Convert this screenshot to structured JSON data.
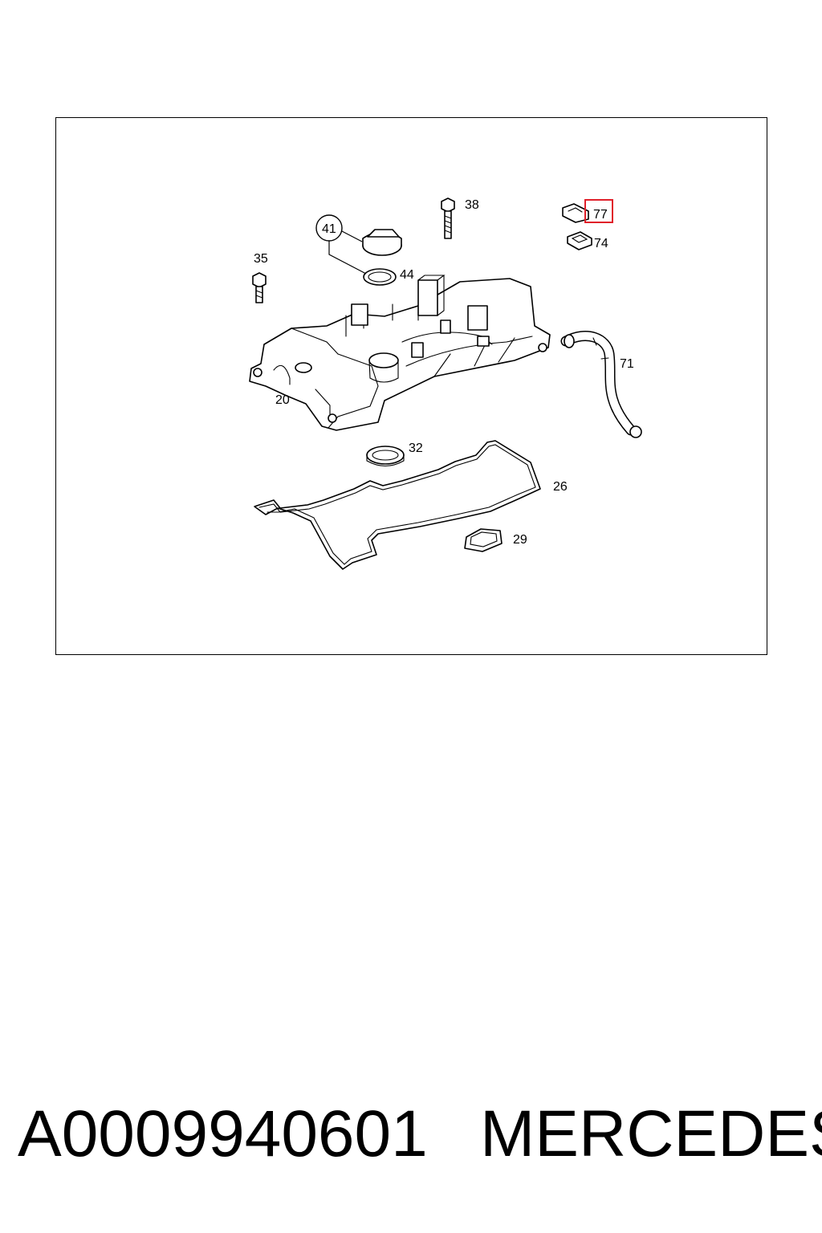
{
  "diagram": {
    "callouts": {
      "c20": "20",
      "c26": "26",
      "c29": "29",
      "c32": "32",
      "c35": "35",
      "c38": "38",
      "c41": "41",
      "c44": "44",
      "c71": "71",
      "c74": "74",
      "c77": "77"
    },
    "highlight": {
      "callout": "77",
      "color": "#e0202a"
    }
  },
  "footer": {
    "part_number": "A0009940601",
    "brand": "MERCEDES"
  }
}
